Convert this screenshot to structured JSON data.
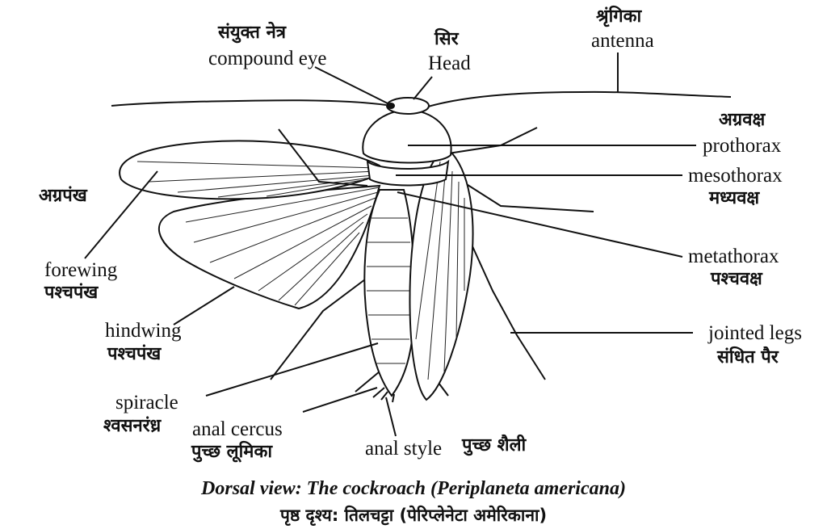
{
  "labels": {
    "compound_eye_hi": "संयुक्त नेत्र",
    "compound_eye_en": "compound eye",
    "head_hi": "सिर",
    "head_en": "Head",
    "antenna_hi": "श्रृंगिका",
    "antenna_en": "antenna",
    "prothorax_hi": "अग्रवक्ष",
    "prothorax_en": "prothorax",
    "mesothorax_en": "mesothorax",
    "mesothorax_hi": "मध्यवक्ष",
    "metathorax_en": "metathorax",
    "metathorax_hi": "पश्चवक्ष",
    "jointed_legs_en": "jointed legs",
    "jointed_legs_hi": "संधित पैर",
    "forewing_top_hi": "अग्रपंख",
    "forewing_en": "forewing",
    "forewing_hi": "पश्चपंख",
    "hindwing_en": "hindwing",
    "hindwing_hi": "पश्चपंख",
    "spiracle_en": "spiracle",
    "spiracle_hi": "श्वसनरंध्र",
    "anal_cercus_en": "anal cercus",
    "anal_cercus_hi": "पुच्छ लूमिका",
    "anal_style_en": "anal style",
    "anal_style_hi": "पुच्छ शैली"
  },
  "caption": {
    "line1": "Dorsal view: The cockroach (Periplaneta americana)",
    "line2": "पृष्ठ दृश्य: तिलचट्टा (पेरिप्लेनेटा अमेरिकाना)"
  }
}
